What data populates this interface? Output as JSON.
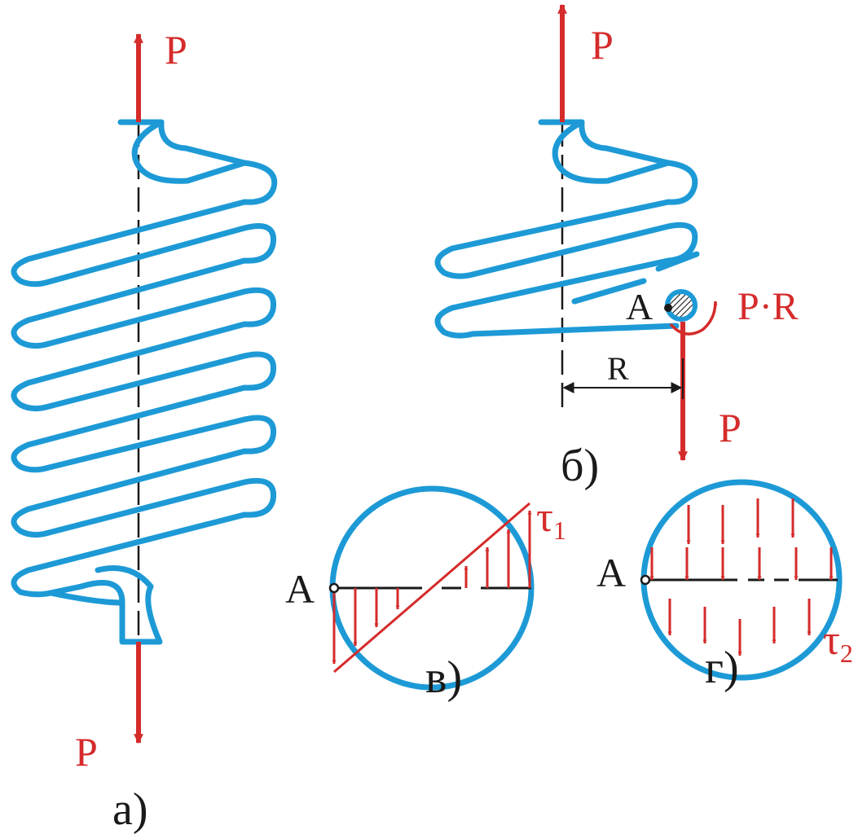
{
  "labels": {
    "force": "P",
    "moment": "P·R",
    "radius": "R",
    "point": "A",
    "tau1_base": "τ",
    "tau1_sub": "1",
    "tau2_base": "τ",
    "tau2_sub": "2",
    "panel_a": "а)",
    "panel_b": "б)",
    "panel_v": "в)",
    "panel_g": "г)"
  },
  "colors": {
    "spring": "#1d9ad6",
    "load": "#d52b2b",
    "line": "#1a1a1a"
  }
}
